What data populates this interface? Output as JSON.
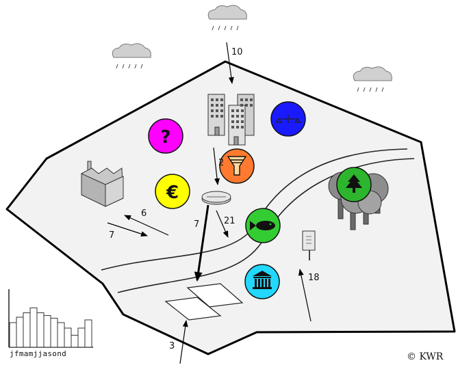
{
  "flow_labels": {
    "rain_inflow": "10",
    "city_flow": "2",
    "left_out": "6",
    "left_in": "7",
    "treated": "7",
    "to_river": "21",
    "to_fields": "3",
    "groundwater": "18"
  },
  "badges": {
    "unknown": {
      "symbol": "?",
      "color": "#ff00ff"
    },
    "money": {
      "symbol": "€",
      "color": "#ffff00"
    },
    "filter": {
      "symbol": "filter-icon",
      "color": "#ff7a2e"
    },
    "blue": {
      "symbol": "scale-icon",
      "color": "#1a1aff"
    },
    "fish": {
      "symbol": "fish-icon",
      "color": "#33cc33"
    },
    "forest": {
      "symbol": "tree-icon",
      "color": "#2db52d"
    },
    "heritage": {
      "symbol": "building-icon",
      "color": "#22d8ff"
    }
  },
  "histogram": {
    "months": "jfmamjjasond",
    "relative_values": [
      0.45,
      0.55,
      0.63,
      0.72,
      0.63,
      0.58,
      0.53,
      0.45,
      0.35,
      0.22,
      0.35,
      0.5
    ]
  },
  "copyright": "© KWR"
}
